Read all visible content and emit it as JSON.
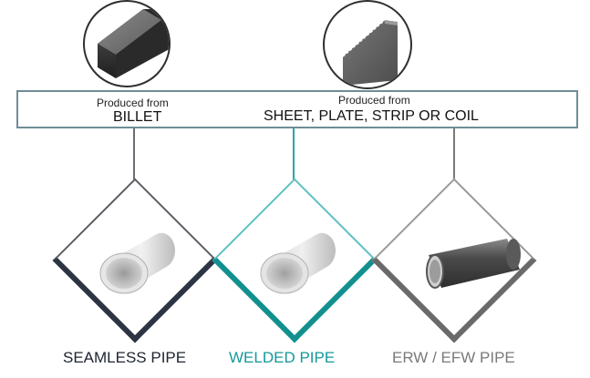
{
  "sources": {
    "billet": {
      "small": "Produced from",
      "big": "BILLET"
    },
    "sheet": {
      "small": "Produced from",
      "big": "SHEET, PLATE, STRIP OR COIL"
    }
  },
  "products": [
    {
      "label": "SEAMLESS PIPE",
      "color": "#1e2430",
      "icon": "seamless-pipe-icon"
    },
    {
      "label": "WELDED PIPE",
      "color": "#14999b",
      "icon": "welded-pipe-icon"
    },
    {
      "label": "ERW / EFW PIPE",
      "color": "#7a7a7a",
      "icon": "erw-pipe-icon"
    }
  ],
  "source_icons": [
    "square-billet-icon",
    "sheet-plate-icon"
  ],
  "colors": {
    "bar_border": "#6f8d96",
    "seamless": "#2d3544",
    "welded": "#12908f",
    "erw": "#6a6a6a"
  }
}
